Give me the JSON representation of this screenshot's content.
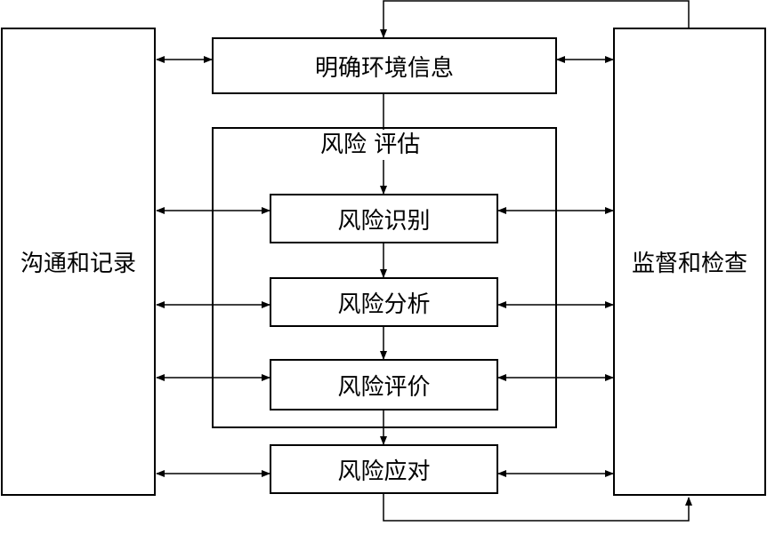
{
  "left": {
    "label": "沟通和记录"
  },
  "right": {
    "label": "监督和检查"
  },
  "top": {
    "label": "明确环境信息"
  },
  "assessment": {
    "title": "风险 评估",
    "steps": [
      {
        "label": "风险识别"
      },
      {
        "label": "风险分析"
      },
      {
        "label": "风险评价"
      }
    ]
  },
  "treatment": {
    "label": "风险应对"
  }
}
